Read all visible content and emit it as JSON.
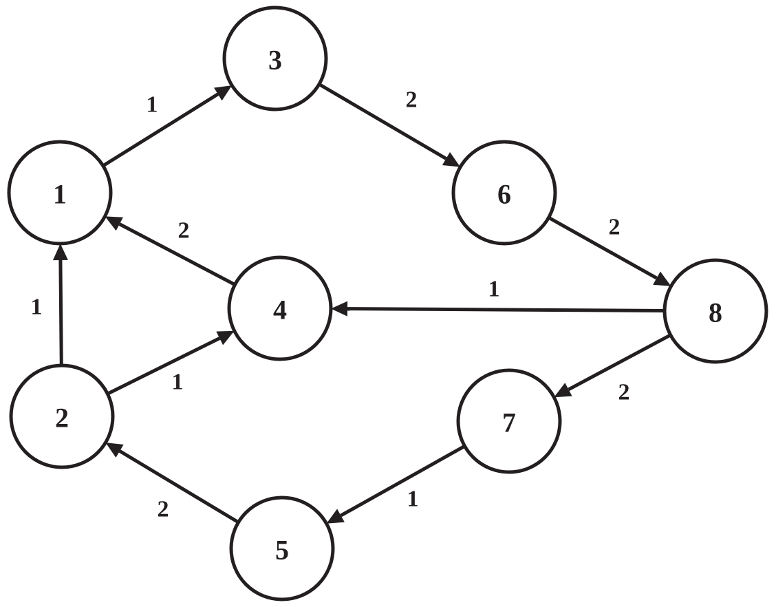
{
  "colors": {
    "ink": "#231f20",
    "node_fill": "#ffffff",
    "background": "#ffffff"
  },
  "nodes": [
    {
      "id": "1",
      "label": "1"
    },
    {
      "id": "2",
      "label": "2"
    },
    {
      "id": "3",
      "label": "3"
    },
    {
      "id": "4",
      "label": "4"
    },
    {
      "id": "5",
      "label": "5"
    },
    {
      "id": "6",
      "label": "6"
    },
    {
      "id": "7",
      "label": "7"
    },
    {
      "id": "8",
      "label": "8"
    }
  ],
  "edges": [
    {
      "from": "1",
      "to": "3",
      "weight": "1"
    },
    {
      "from": "3",
      "to": "6",
      "weight": "2"
    },
    {
      "from": "6",
      "to": "8",
      "weight": "2"
    },
    {
      "from": "4",
      "to": "1",
      "weight": "2"
    },
    {
      "from": "2",
      "to": "1",
      "weight": "1"
    },
    {
      "from": "2",
      "to": "4",
      "weight": "1"
    },
    {
      "from": "8",
      "to": "4",
      "weight": "1"
    },
    {
      "from": "8",
      "to": "7",
      "weight": "2"
    },
    {
      "from": "7",
      "to": "5",
      "weight": "1"
    },
    {
      "from": "5",
      "to": "2",
      "weight": "2"
    }
  ]
}
